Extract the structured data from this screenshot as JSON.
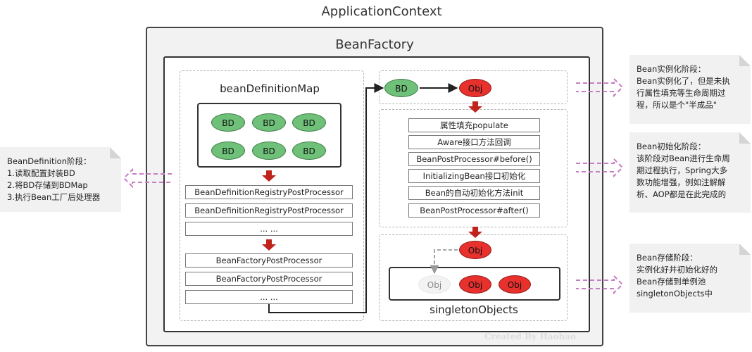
{
  "titles": {
    "application_context": "ApplicationContext",
    "bean_factory": "BeanFactory",
    "bean_definition_map": "beanDefinitionMap",
    "singleton_objects": "singletonObjects"
  },
  "bean_definition_map": {
    "bd_nodes": [
      "BD",
      "BD",
      "BD",
      "BD",
      "BD",
      "BD"
    ]
  },
  "registry_processors": [
    "BeanDefinitionRegistryPostProcessor",
    "BeanDefinitionRegistryPostProcessor",
    "... ..."
  ],
  "factory_processors": [
    "BeanFactoryPostProcessor",
    "BeanFactoryPostProcessor",
    "... ..."
  ],
  "instantiation": {
    "bd_label": "BD",
    "obj_label": "Obj"
  },
  "lifecycle_steps": [
    "属性填充populate",
    "Aware接口方法回调",
    "BeanPostProcessor#before()",
    "InitializingBean接口初始化",
    "Bean的自动初始化方法init",
    "BeanPostProcessor#after()"
  ],
  "singleton": {
    "incoming_obj": "Obj",
    "objects": [
      "Obj",
      "Obj",
      "Obj"
    ]
  },
  "notes": {
    "left": [
      "BeanDefinition阶段：",
      "1.读取配置封装BD",
      "2.将BD存储到BDMap",
      "3.执行Bean工厂后处理器"
    ],
    "instantiation": [
      "Bean实例化阶段：",
      "Bean实例化了，但是未执",
      "行属性填充等生命周期过",
      "程，所以是个\"半成品\""
    ],
    "initialization": [
      "Bean初始化阶段：",
      "该阶段对Bean进行生命周",
      "期过程执行，Spring大多",
      "数功能增强，例如注解解",
      "析、AOP都是在此完成的"
    ],
    "storage": [
      "Bean存储阶段：",
      "实例化好并初始化好的",
      "Bean存储到单例池",
      "singletonObjects中"
    ]
  },
  "colors": {
    "bd_green": "#6fc17a",
    "obj_red": "#e8312d",
    "arrow_red": "#c0221c",
    "hollow_arrow_purple": "#c77dc5"
  },
  "watermark": "Created By Haohao"
}
